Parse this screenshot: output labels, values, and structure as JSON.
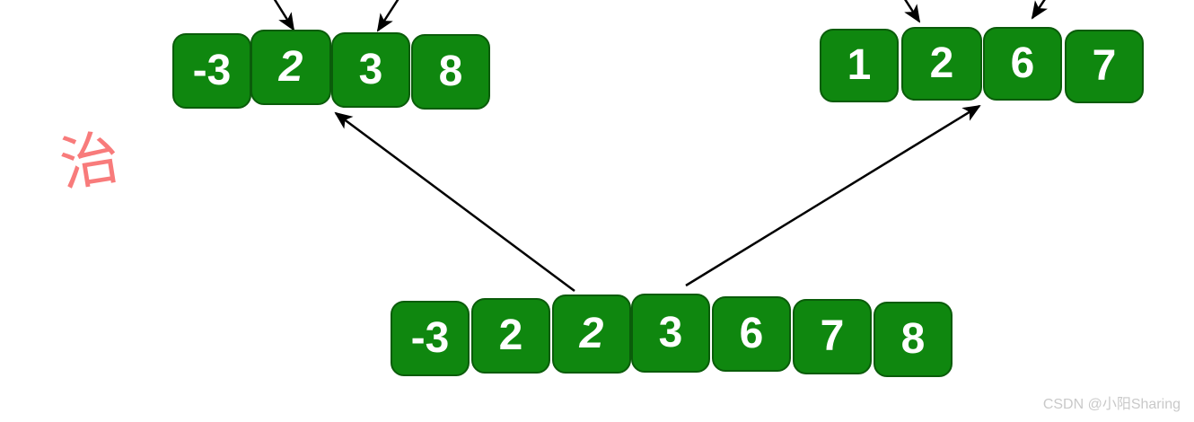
{
  "label": {
    "text": "治"
  },
  "arrays": {
    "left": {
      "title": "left sorted subarray",
      "values": [
        "-3",
        "2",
        "3",
        "8"
      ]
    },
    "right": {
      "title": "right sorted subarray",
      "values": [
        "1",
        "2",
        "6",
        "7"
      ]
    },
    "merged": {
      "title": "merged sorted array",
      "values": [
        "-3",
        "2",
        "2",
        "3",
        "6",
        "7",
        "8"
      ]
    }
  },
  "arrows": [
    {
      "name": "pointer-arrow-left-cell-2",
      "description": "small arrow pointing down into cell '2' of left subarray"
    },
    {
      "name": "pointer-arrow-left-cell-3",
      "description": "small arrow pointing down into cell '3' of left subarray"
    },
    {
      "name": "pointer-arrow-right-cell-2",
      "description": "small arrow pointing down into cell '2' of right subarray"
    },
    {
      "name": "pointer-arrow-right-cell-6",
      "description": "small arrow pointing down into cell '6' of right subarray"
    },
    {
      "name": "merge-arrow-to-left",
      "description": "long arrow from merged array up to left subarray"
    },
    {
      "name": "merge-arrow-to-right",
      "description": "long arrow from merged array up to right subarray"
    }
  ],
  "watermark": {
    "text": "CSDN @小阳Sharing"
  },
  "colors": {
    "background": "#ffffff",
    "cell_fill": "#0f870f",
    "cell_border": "#0a5c0a",
    "cell_text": "#ffffff",
    "label_red": "#f87b7b",
    "arrow": "#000000",
    "watermark_gray": "#c9c9c9"
  }
}
